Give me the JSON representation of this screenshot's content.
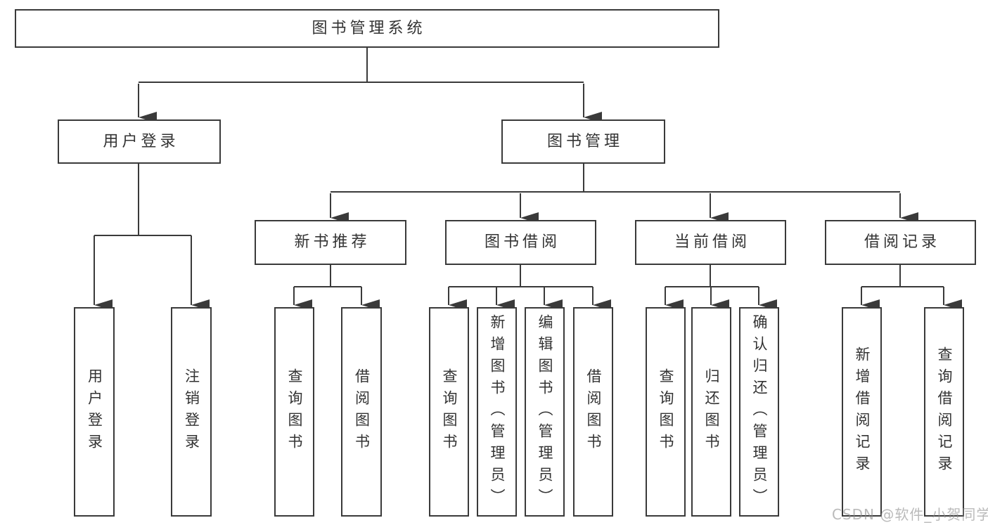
{
  "diagram": {
    "tree": {
      "root": {
        "label": "图书管理系统"
      },
      "branches": [
        {
          "label": "用户登录",
          "children": [
            {
              "label": "用户登录"
            },
            {
              "label": "注销登录"
            }
          ]
        },
        {
          "label": "图书管理",
          "children": [
            {
              "label": "新书推荐",
              "children": [
                {
                  "label": "查询图书"
                },
                {
                  "label": "借阅图书"
                }
              ]
            },
            {
              "label": "图书借阅",
              "children": [
                {
                  "label": "查询图书"
                },
                {
                  "label": "新增图书（管理员）"
                },
                {
                  "label": "编辑图书（管理员）"
                },
                {
                  "label": "借阅图书"
                }
              ]
            },
            {
              "label": "当前借阅",
              "children": [
                {
                  "label": "查询图书"
                },
                {
                  "label": "归还图书"
                },
                {
                  "label": "确认归还（管理员）"
                }
              ]
            },
            {
              "label": "借阅记录",
              "children": [
                {
                  "label": "新增借阅记录"
                },
                {
                  "label": "查询借阅记录"
                }
              ]
            }
          ]
        }
      ]
    },
    "colors": {
      "line": "#3a3a3a",
      "box_border": "#3a3a3a",
      "text": "#333333",
      "background": "#ffffff",
      "watermark": "#8c8c8c"
    }
  },
  "watermark": {
    "text": "CSDN @软件_小贺同学"
  }
}
